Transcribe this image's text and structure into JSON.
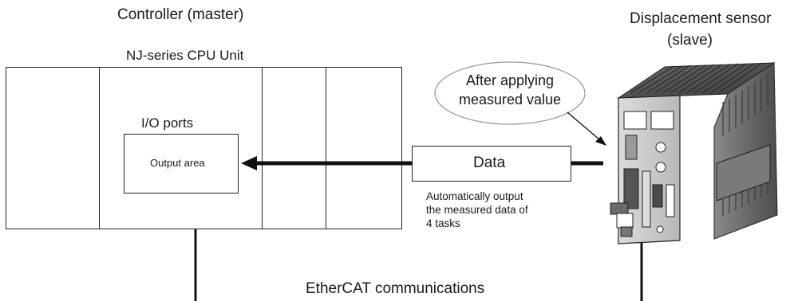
{
  "controller": {
    "title": "Controller (master)",
    "cpu_label": "NJ-series CPU Unit",
    "io_ports_label": "I/O ports",
    "output_area_label": "Output area"
  },
  "sensor": {
    "title_line1": "Displacement sensor",
    "title_line2": "(slave)",
    "callout_line1": "After applying",
    "callout_line2": "measured value"
  },
  "data_flow": {
    "data_label": "Data",
    "note_line1": "Automatically output",
    "note_line2": "the measured data of",
    "note_line3": "4 tasks"
  },
  "network": {
    "label": "EtherCAT communications"
  }
}
